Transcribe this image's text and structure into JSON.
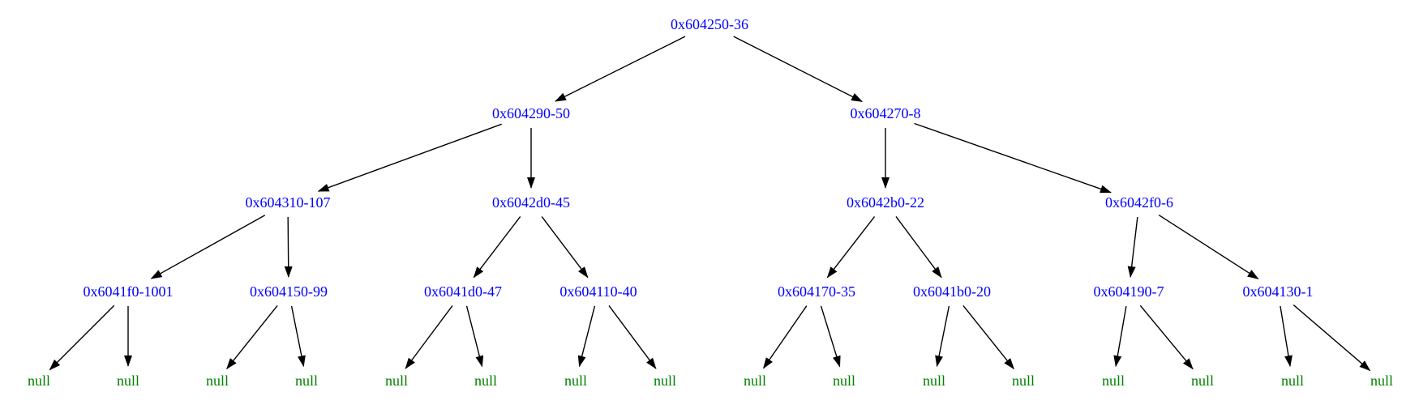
{
  "colors": {
    "internal_node": "#0000ff",
    "null_node": "#008000",
    "edge": "#000000"
  },
  "tree": {
    "nodes": {
      "n0": "0x604250-36",
      "n1": "0x604290-50",
      "n2": "0x604270-8",
      "n3": "0x604310-107",
      "n4": "0x6042d0-45",
      "n5": "0x6042b0-22",
      "n6": "0x6042f0-6",
      "n7": "0x6041f0-1001",
      "n8": "0x604150-99",
      "n9": "0x6041d0-47",
      "n10": "0x604110-40",
      "n11": "0x604170-35",
      "n12": "0x6041b0-20",
      "n13": "0x604190-7",
      "n14": "0x604130-1",
      "null0": "null",
      "null1": "null",
      "null2": "null",
      "null3": "null",
      "null4": "null",
      "null5": "null",
      "null6": "null",
      "null7": "null",
      "null8": "null",
      "null9": "null",
      "null10": "null",
      "null11": "null",
      "null12": "null",
      "null13": "null",
      "null14": "null",
      "null15": "null"
    },
    "edges": [
      [
        "n0",
        "n1"
      ],
      [
        "n0",
        "n2"
      ],
      [
        "n1",
        "n3"
      ],
      [
        "n1",
        "n4"
      ],
      [
        "n2",
        "n5"
      ],
      [
        "n2",
        "n6"
      ],
      [
        "n3",
        "n7"
      ],
      [
        "n3",
        "n8"
      ],
      [
        "n4",
        "n9"
      ],
      [
        "n4",
        "n10"
      ],
      [
        "n5",
        "n11"
      ],
      [
        "n5",
        "n12"
      ],
      [
        "n6",
        "n13"
      ],
      [
        "n6",
        "n14"
      ],
      [
        "n7",
        "null0"
      ],
      [
        "n7",
        "null1"
      ],
      [
        "n8",
        "null2"
      ],
      [
        "n8",
        "null3"
      ],
      [
        "n9",
        "null4"
      ],
      [
        "n9",
        "null5"
      ],
      [
        "n10",
        "null6"
      ],
      [
        "n10",
        "null7"
      ],
      [
        "n11",
        "null8"
      ],
      [
        "n11",
        "null9"
      ],
      [
        "n12",
        "null10"
      ],
      [
        "n12",
        "null11"
      ],
      [
        "n13",
        "null12"
      ],
      [
        "n13",
        "null13"
      ],
      [
        "n14",
        "null14"
      ],
      [
        "n14",
        "null15"
      ]
    ]
  }
}
